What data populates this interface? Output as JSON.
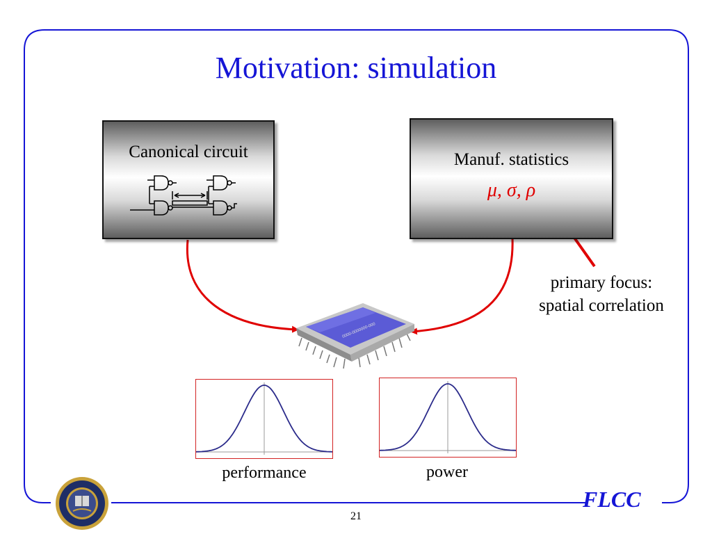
{
  "slide": {
    "title": "Motivation: simulation",
    "page_number": "21",
    "brand": "FLCC"
  },
  "box_circuit": {
    "label": "Canonical circuit"
  },
  "box_stats": {
    "label": "Manuf. statistics",
    "params": "μ, σ, ρ"
  },
  "annotation": {
    "line1": "primary focus:",
    "line2": "spatial correlation"
  },
  "chip": {
    "marking": "0000-0000000-000"
  },
  "plots": [
    {
      "label": "performance"
    },
    {
      "label": "power"
    }
  ],
  "colors": {
    "title": "#1515d6",
    "accent_red": "#e00000",
    "frame": "#1515d6",
    "curve": "#2a2a8a"
  },
  "icons": {
    "seal": "university-seal-icon",
    "chip": "microchip-icon",
    "gates": "logic-gates-icon"
  }
}
